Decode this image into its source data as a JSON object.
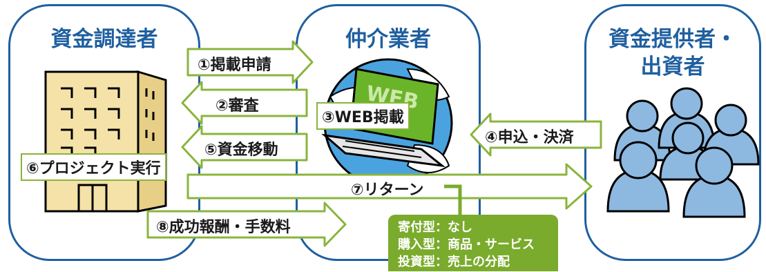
{
  "panels": {
    "fundraiser": "資金調達者",
    "intermediary": "仲介業者",
    "investor": "資金提供者・\n出資者"
  },
  "arrows": {
    "listing_application": "①掲載申請",
    "review": "②審査",
    "web_listing": "③WEB掲載",
    "apply_settle": "④申込・決済",
    "fund_transfer": "⑤資金移動",
    "project_execution": "⑥プロジェクト実行",
    "return": "⑦リターン",
    "success_fee": "⑧成功報酬・手数料"
  },
  "return_types": [
    "寄付型：なし",
    "購入型：商品・サービス",
    "投資型：売上の分配"
  ],
  "colors": {
    "panel_border": "#1f5fa0",
    "arrow_fill": "#ffffff",
    "arrow_stroke": "#8ab43c",
    "info_box": "#7aab2c"
  },
  "icons": [
    "building-icon",
    "globe-laptop-icon",
    "people-icon"
  ],
  "laptop_screen_text": "WEB"
}
